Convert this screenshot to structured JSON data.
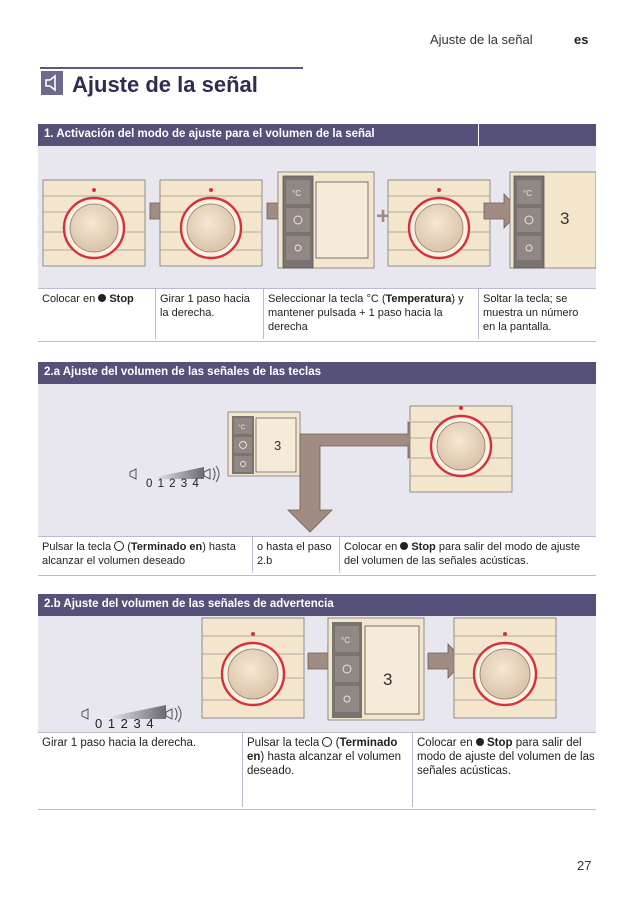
{
  "header": {
    "section": "Ajuste de la señal",
    "lang": "es"
  },
  "title": "Ajuste de la señal",
  "section1": {
    "heading": "1. Activación del modo de ajuste para el volumen de la señal",
    "display_value": "3",
    "temp_key": "°C",
    "captions": {
      "c1_pre": "Colocar en ",
      "c1_bold": "Stop",
      "c2": "Girar 1 paso hacia la derecha.",
      "c3_pre": "Seleccionar la tecla °C (",
      "c3_bold": "Temperatura",
      "c3_post": ") y mantener pulsada + 1 paso hacia la derecha",
      "c4": "Soltar la tecla; se muestra un número en la pantalla."
    }
  },
  "section2a": {
    "heading": "2.a Ajuste del volumen de las señales de las teclas",
    "display_value": "3",
    "temp_key": "°C",
    "scale": "0 1 2 3 4",
    "captions": {
      "c1_pre": "Pulsar la tecla ",
      "c1_mid_pre": " (",
      "c1_bold": "Terminado en",
      "c1_post": ") hasta alcanzar el volumen deseado",
      "c2": "o hasta el paso 2.b",
      "c3_pre": "Colocar en ",
      "c3_bold": "Stop",
      "c3_post": " para salir del modo de ajuste del volumen de las señales acústicas."
    }
  },
  "section2b": {
    "heading": "2.b Ajuste del volumen de las señales de advertencia",
    "display_value": "3",
    "temp_key": "°C",
    "scale": "0 1 2 3 4",
    "captions": {
      "c1": "Girar 1 paso hacia la derecha.",
      "c2_pre": "Pulsar la tecla ",
      "c2_mid_pre": " (",
      "c2_bold": "Terminado en",
      "c2_post": ") hasta alcanzar el volumen deseado.",
      "c3_pre": "Colocar en ",
      "c3_bold": "Stop",
      "c3_post": " para salir del modo de ajuste del volumen de las señales acústicas."
    }
  },
  "page_number": "27",
  "colors": {
    "band": "#565179",
    "panel": "#e8e6ef",
    "knob_ring": "#d8303a",
    "arrow": "#a08c82",
    "device": "#f3e6cc"
  }
}
